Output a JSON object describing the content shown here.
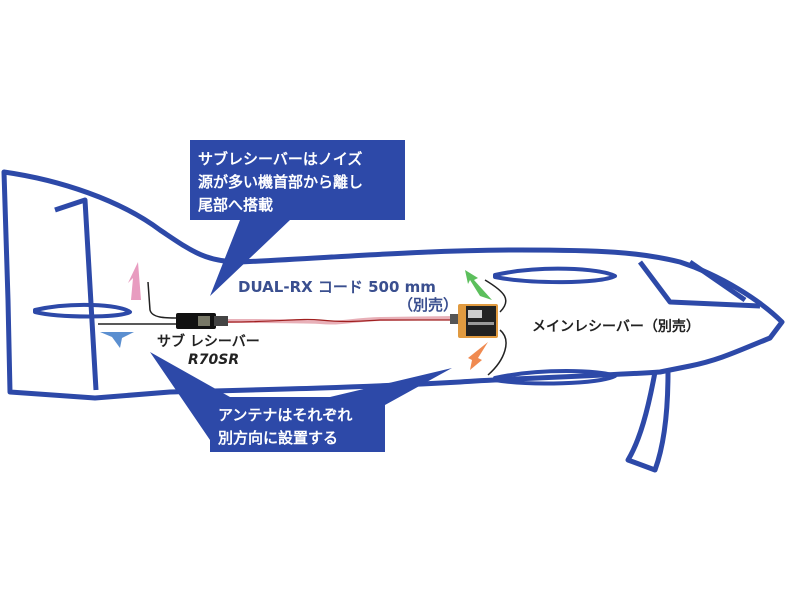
{
  "colors": {
    "outline": "#2d49a8",
    "callout": "#2d49a8",
    "antenna_pink": "#e89cc0",
    "antenna_blue": "#5b8fd0",
    "antenna_green": "#5cbf5c",
    "antenna_orange": "#f08a50"
  },
  "callout_top": {
    "lines": [
      "サブレシーバーはノイズ",
      "源が多い機首部から離し",
      "尾部へ搭載"
    ]
  },
  "callout_bottom": {
    "lines": [
      "アンテナはそれぞれ",
      "別方向に設置する"
    ]
  },
  "cable_label": {
    "name": "DUAL-RX コード  500 mm",
    "note": "（別売）"
  },
  "sub_receiver": {
    "label": "サブ レシーバー",
    "model": "R70SR"
  },
  "main_receiver": {
    "label": "メインレシーバー（別売）"
  }
}
